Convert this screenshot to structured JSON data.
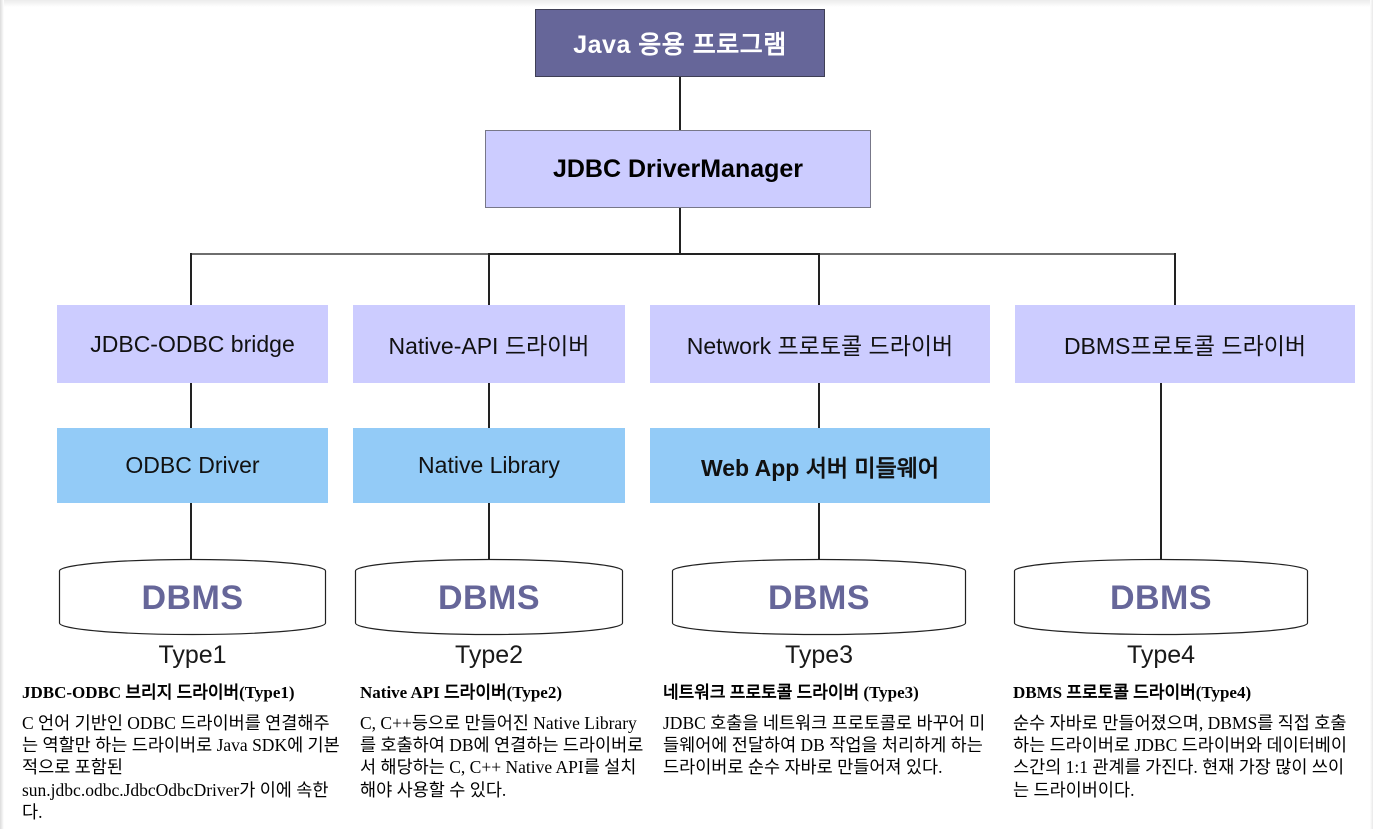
{
  "diagram": {
    "title_node": {
      "label": "Java 응용 프로그램"
    },
    "manager_node": {
      "label": "JDBC DriverManager"
    },
    "columns": [
      {
        "driver": "JDBC-ODBC bridge",
        "library": "ODBC Driver",
        "db": "DBMS",
        "type": "Type1",
        "desc_title": "JDBC-ODBC 브리지 드라이버(Type1)",
        "desc_body": "C 언어 기반인 ODBC 드라이버를 연결해주는 역할만 하는 드라이버로 Java SDK에 기본적으로 포함된 sun.jdbc.odbc.JdbcOdbcDriver가 이에 속한다."
      },
      {
        "driver": "Native-API 드라이버",
        "library": "Native Library",
        "db": "DBMS",
        "type": "Type2",
        "desc_title": "Native API 드라이버(Type2)",
        "desc_body": "C, C++등으로 만들어진 Native Library를 호출하여 DB에 연결하는 드라이버로서 해당하는 C, C++ Native API를 설치해야 사용할 수 있다."
      },
      {
        "driver": "Network 프로토콜 드라이버",
        "library": "Web App 서버 미들웨어",
        "db": "DBMS",
        "type": "Type3",
        "desc_title": "네트워크 프로토콜 드라이버 (Type3)",
        "desc_body": "JDBC 호출을 네트워크 프로토콜로 바꾸어 미들웨어에 전달하여 DB 작업을 처리하게 하는 드라이버로 순수 자바로 만들어져 있다."
      },
      {
        "driver": "DBMS프로토콜 드라이버",
        "library": null,
        "db": "DBMS",
        "type": "Type4",
        "desc_title": "DBMS 프로토콜 드라이버(Type4)",
        "desc_body": "순수 자바로 만들어졌으며, DBMS를 직접 호출하는 드라이버로 JDBC 드라이버와 데이터베이스간의 1:1 관계를 가진다. 현재 가장 많이 쓰이는 드라이버이다."
      }
    ],
    "colors": {
      "app_fill": "#666699",
      "manager_fill": "#ccccff",
      "driver_fill": "#ccccff",
      "library_fill": "#93cbf7",
      "db_text": "#666699",
      "connector": "#222222",
      "background": "#ffffff"
    }
  }
}
